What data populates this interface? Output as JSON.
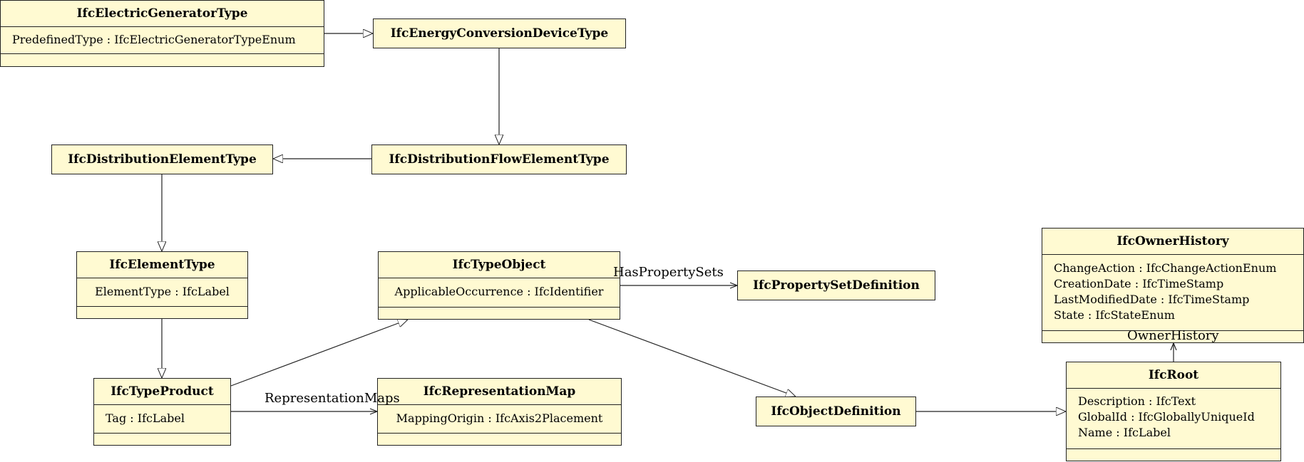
{
  "classes": {
    "electric_generator_type": {
      "name": "IfcElectricGeneratorType",
      "attributes": [
        "PredefinedType : IfcElectricGeneratorTypeEnum"
      ]
    },
    "energy_conversion_device_type": {
      "name": "IfcEnergyConversionDeviceType"
    },
    "distribution_element_type": {
      "name": "IfcDistributionElementType"
    },
    "distribution_flow_element_type": {
      "name": "IfcDistributionFlowElementType"
    },
    "element_type": {
      "name": "IfcElementType",
      "attributes": [
        "ElementType : IfcLabel"
      ]
    },
    "type_object": {
      "name": "IfcTypeObject",
      "attributes": [
        "ApplicableOccurrence : IfcIdentifier"
      ]
    },
    "property_set_definition": {
      "name": "IfcPropertySetDefinition"
    },
    "owner_history": {
      "name": "IfcOwnerHistory",
      "attributes": [
        "ChangeAction : IfcChangeActionEnum",
        "CreationDate : IfcTimeStamp",
        "LastModifiedDate : IfcTimeStamp",
        "State : IfcStateEnum"
      ]
    },
    "type_product": {
      "name": "IfcTypeProduct",
      "attributes": [
        "Tag : IfcLabel"
      ]
    },
    "representation_map": {
      "name": "IfcRepresentationMap",
      "attributes": [
        "MappingOrigin : IfcAxis2Placement"
      ]
    },
    "object_definition": {
      "name": "IfcObjectDefinition"
    },
    "root": {
      "name": "IfcRoot",
      "attributes": [
        "Description : IfcText",
        "GlobalId : IfcGloballyUniqueId",
        "Name : IfcLabel"
      ]
    }
  },
  "relations": {
    "has_property_sets": "HasPropertySets",
    "representation_maps": "RepresentationMaps",
    "owner_history": "OwnerHistory"
  },
  "colors": {
    "class_fill": "#fffad2",
    "line": "#222222"
  }
}
